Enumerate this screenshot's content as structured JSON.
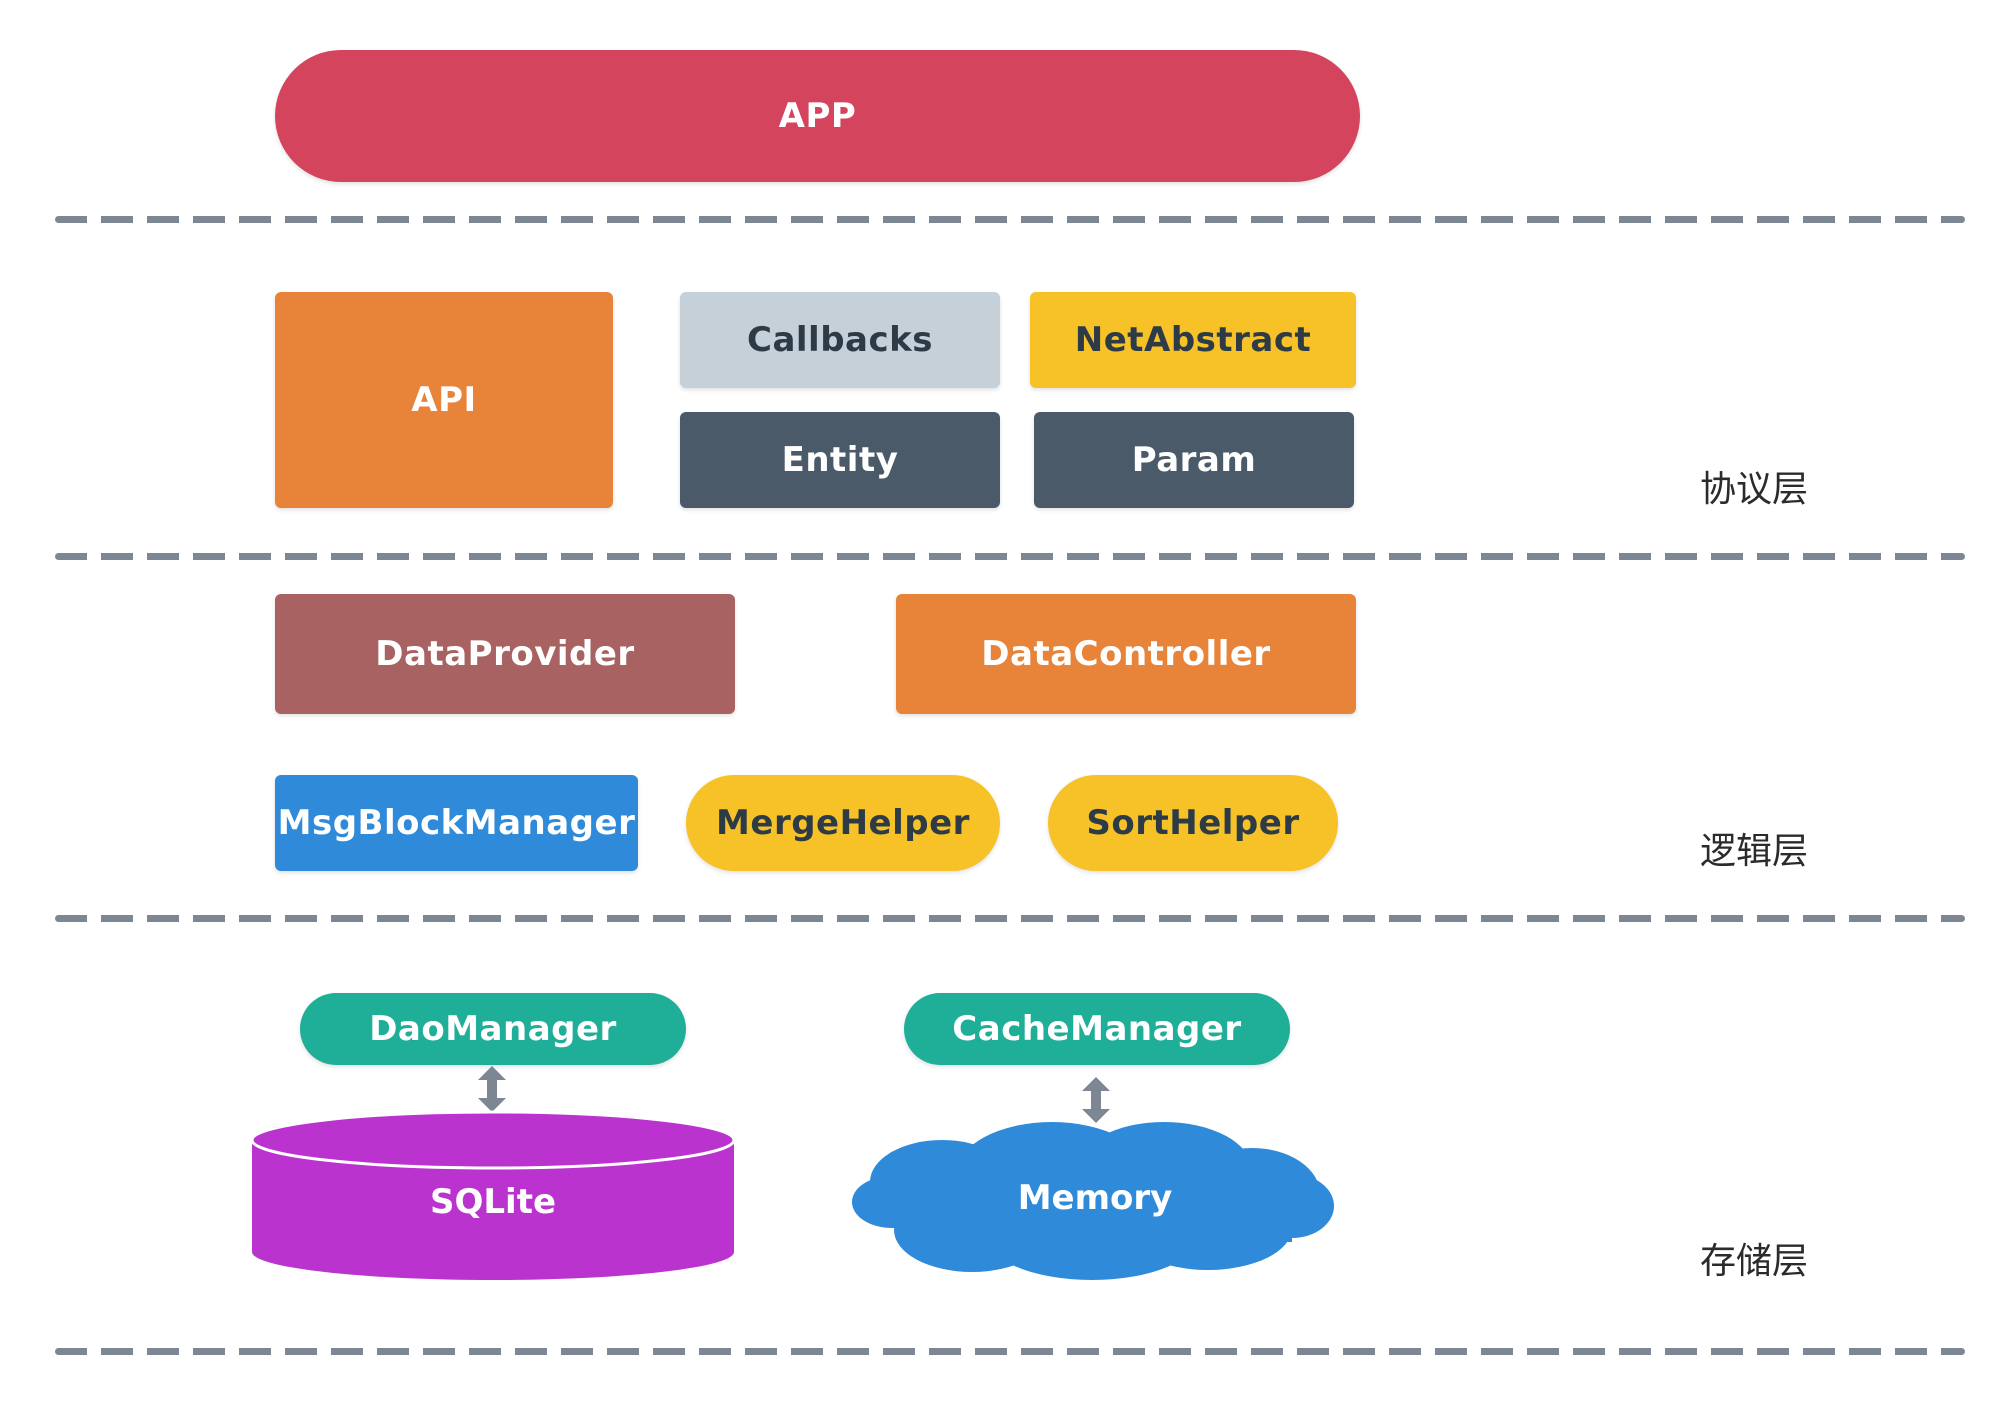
{
  "app": {
    "label": "APP",
    "color": "#d4445c"
  },
  "protocol_layer": {
    "label": "协议层",
    "api": {
      "label": "API",
      "color": "#e8843a"
    },
    "callbacks": {
      "label": "Callbacks",
      "color": "#c5d0d9"
    },
    "net_abstract": {
      "label": "NetAbstract",
      "color": "#f6c228"
    },
    "entity": {
      "label": "Entity",
      "color": "#4a5a68"
    },
    "param": {
      "label": "Param",
      "color": "#4a5a68"
    }
  },
  "logic_layer": {
    "label": "逻辑层",
    "data_provider": {
      "label": "DataProvider",
      "color": "#a96262"
    },
    "data_controller": {
      "label": "DataController",
      "color": "#e8843a"
    },
    "msg_block_manager": {
      "label": "MsgBlockManager",
      "color": "#2f8ad9"
    },
    "merge_helper": {
      "label": "MergeHelper",
      "color": "#f6c228"
    },
    "sort_helper": {
      "label": "SortHelper",
      "color": "#f6c228"
    }
  },
  "storage_layer": {
    "label": "存储层",
    "dao_manager": {
      "label": "DaoManager",
      "color": "#1fae98"
    },
    "cache_manager": {
      "label": "CacheManager",
      "color": "#1fae98"
    },
    "sqlite": {
      "label": "SQLite",
      "color": "#bb33cf"
    },
    "memory": {
      "label": "Memory",
      "color": "#2f8ad9"
    },
    "arrow_color": "#7d8793"
  }
}
